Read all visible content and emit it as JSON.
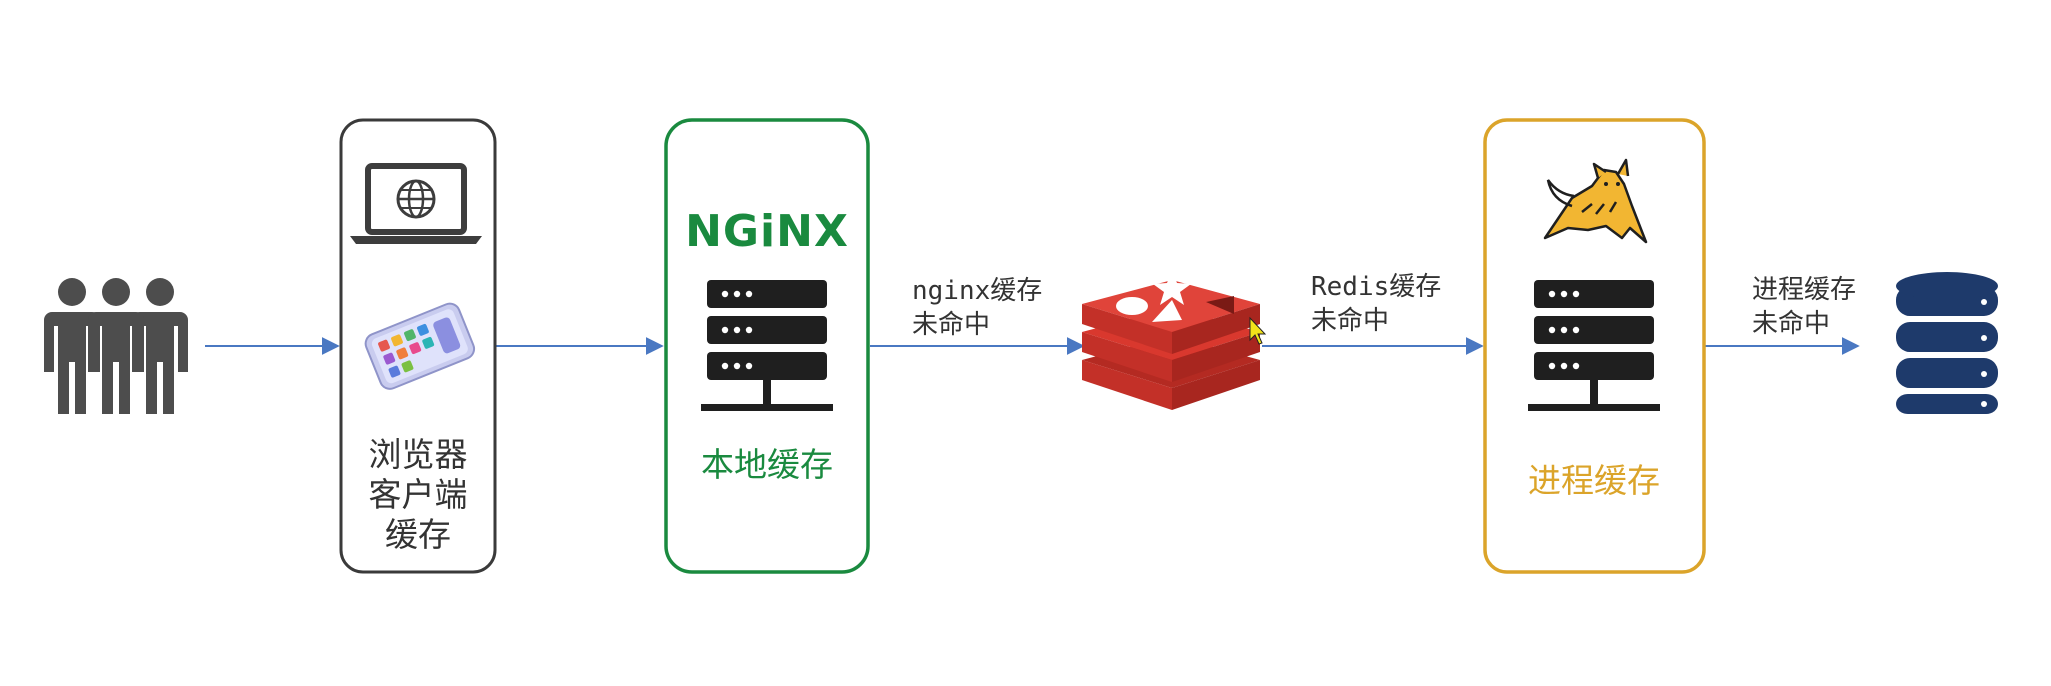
{
  "diagram": {
    "stages": {
      "users": {
        "icon": "users-icon"
      },
      "browser": {
        "label_lines": [
          "浏览器",
          "客户端",
          "缓存"
        ],
        "icons": [
          "laptop-globe-icon",
          "smartphone-icon"
        ],
        "border_color": "#3a3a3a"
      },
      "nginx": {
        "logo_text": "NGiNX",
        "label": "本地缓存",
        "icon": "server-rack-icon",
        "border_color": "#1a8a3f"
      },
      "redis": {
        "icon": "redis-logo-icon"
      },
      "tomcat": {
        "label": "进程缓存",
        "icons": [
          "tomcat-cat-icon",
          "server-rack-icon"
        ],
        "border_color": "#dba42a"
      },
      "database": {
        "icon": "database-icon"
      }
    },
    "edges": {
      "nginx_miss": {
        "line1": "nginx缓存",
        "line2": "未命中"
      },
      "redis_miss": {
        "line1": "Redis缓存",
        "line2": "未命中"
      },
      "process_miss": {
        "line1": "进程缓存",
        "line2": "未命中"
      }
    },
    "colors": {
      "arrow": "#4a78c2",
      "server_rack": "#1f1f1f",
      "server_dots": "#ffffff",
      "redis_red": "#d9382e",
      "database_blue": "#1e3a6b",
      "users_gray": "#4d4d4d"
    }
  }
}
